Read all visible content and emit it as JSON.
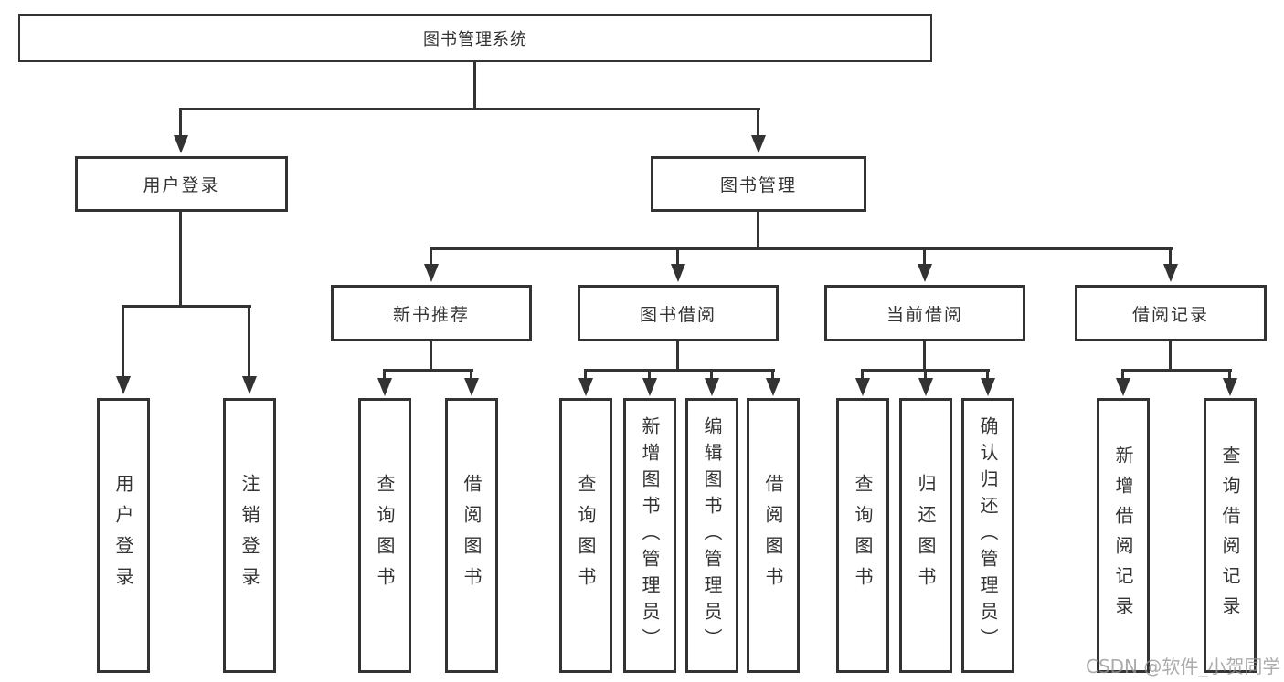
{
  "diagram": {
    "watermark": "CSDN @软件_小贺同学",
    "colors": {
      "line": "#333333",
      "box_border": "#333333",
      "box_background": "#ffffff",
      "text": "#333333",
      "watermark": "#969696"
    },
    "tree": {
      "label": "图书管理系统",
      "children": [
        {
          "label": "用户登录",
          "children": [
            {
              "label": "用户登录"
            },
            {
              "label": "注销登录"
            }
          ]
        },
        {
          "label": "图书管理",
          "children": [
            {
              "label": "新书推荐",
              "children": [
                {
                  "label": "查询图书"
                },
                {
                  "label": "借阅图书"
                }
              ]
            },
            {
              "label": "图书借阅",
              "children": [
                {
                  "label": "查询图书"
                },
                {
                  "label": "新增图书（管理员）"
                },
                {
                  "label": "编辑图书（管理员）"
                },
                {
                  "label": "借阅图书"
                }
              ]
            },
            {
              "label": "当前借阅",
              "children": [
                {
                  "label": "查询图书"
                },
                {
                  "label": "归还图书"
                },
                {
                  "label": "确认归还（管理员）"
                }
              ]
            },
            {
              "label": "借阅记录",
              "children": [
                {
                  "label": "新增借阅记录"
                },
                {
                  "label": "查询借阅记录"
                }
              ]
            }
          ]
        }
      ]
    }
  }
}
